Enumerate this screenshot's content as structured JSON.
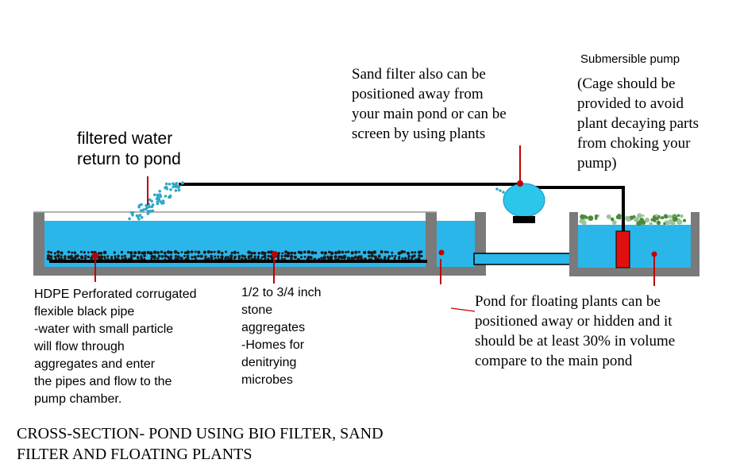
{
  "colors": {
    "water": "#2bb6ea",
    "tank_wall": "#7a7a7a",
    "pipe": "#000000",
    "pump": "#e01010",
    "sand_filter": "#2bc6ea",
    "pointer": "#c00000",
    "droplets": "#2fa8c8",
    "plants": "#4a8a3a"
  },
  "labels": {
    "filtered_water": "filtered water\nreturn to pond",
    "sand_filter": "Sand filter also can be\npositioned away from\nyour main pond or can be\nscreen by using plants",
    "submersible_pump": "Submersible pump",
    "cage_note": "(Cage should be\nprovided to avoid\nplant decaying parts\nfrom choking your\npump)",
    "hdpe_pipe": "HDPE Perforated corrugated\nflexible black pipe\n-water with small particle\nwill flow through\naggregates and enter\nthe pipes and flow to the\npump chamber.",
    "stone": "1/2 to 3/4 inch\nstone\naggregates\n-Homes for\ndenitrying\nmicrobes",
    "floating_pond": "Pond for floating plants can be\npositioned away or hidden and it\nshould be at least 30% in volume\ncompare to the main pond",
    "title": "CROSS-SECTION- POND USING BIO FILTER, SAND\nFILTER AND FLOATING PLANTS"
  },
  "icons": {
    "pump": "submersible-pump-icon",
    "filter": "sand-filter-icon",
    "plants": "floating-plants-icon"
  }
}
